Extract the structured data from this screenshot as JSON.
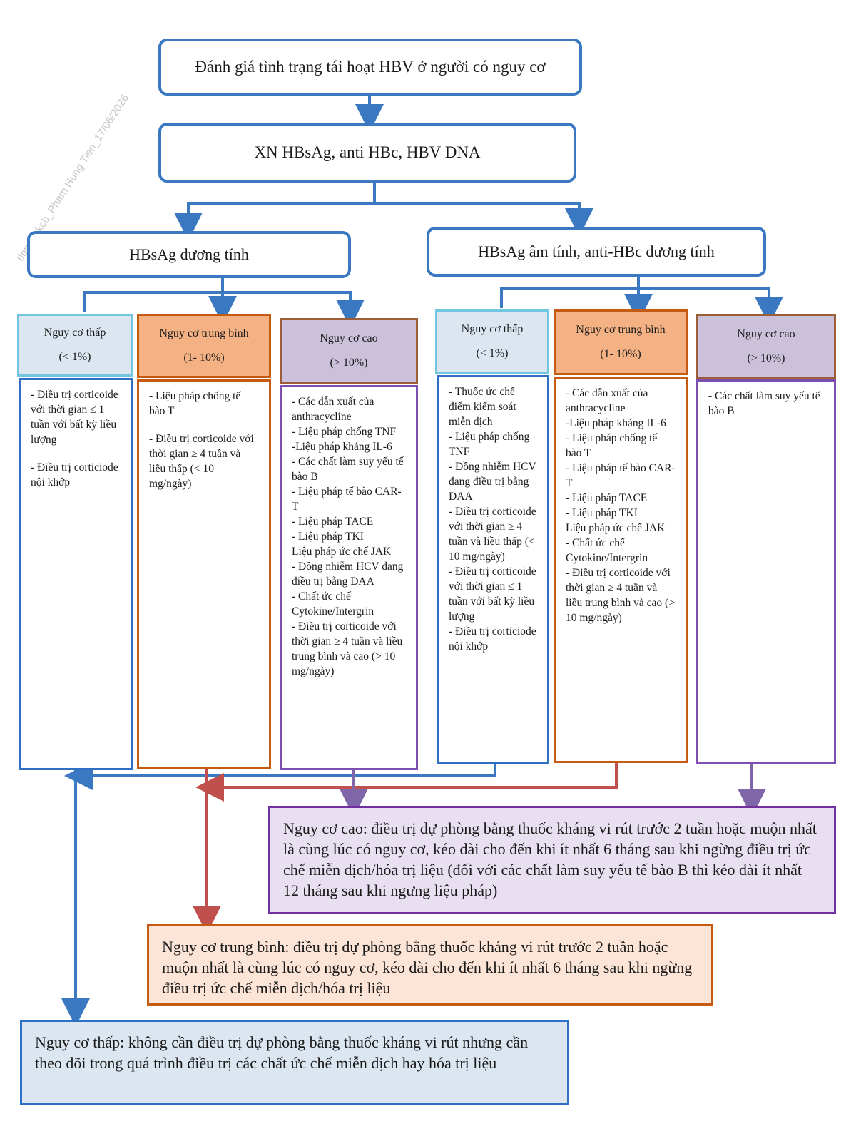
{
  "watermark": "tienphi.kcb_Pham Hung Tien_17/06/2026",
  "top_box": "Đánh giá tình trạng tái hoạt HBV ở người có nguy cơ",
  "test_box": "XN HBsAg, anti HBc, HBV DNA",
  "groups": {
    "left": "HBsAg dương tính",
    "right": "HBsAg âm tính, anti-HBc dương tính"
  },
  "risk_headers": {
    "low": [
      "Nguy cơ thấp",
      "(< 1%)"
    ],
    "mid": [
      "Nguy cơ trung bình",
      "(1- 10%)"
    ],
    "high": [
      "Nguy cơ cao",
      "(> 10%)"
    ]
  },
  "columns": {
    "left_low": [
      "- Điều trị corticoide với thời gian ≤ 1 tuần với bất kỳ liều lượng",
      "",
      "- Điều trị corticiode nội khớp"
    ],
    "left_mid": [
      "- Liệu pháp chống tế bào T",
      "",
      "- Điều trị corticoide với thời gian ≥ 4 tuần và liều thấp (< 10 mg/ngày)"
    ],
    "left_high": [
      "- Các dẫn xuất của anthracycline",
      "- Liệu pháp chống TNF",
      "-Liệu pháp kháng IL-6",
      "- Các chất làm suy yếu tế bào B",
      "- Liệu pháp tế bào CAR-T",
      "- Liệu pháp TACE",
      "- Liệu pháp TKI",
      "Liệu pháp ức chế JAK",
      "- Đồng nhiễm HCV đang điều trị bằng DAA",
      "- Chất ức chế Cytokine/Intergrin",
      "- Điều trị corticoide với thời gian ≥ 4 tuần và liều trung bình và cao (> 10 mg/ngày)"
    ],
    "right_low": [
      "- Thuốc ức chế điểm kiểm soát miễn dịch",
      "- Liệu pháp chống TNF",
      "- Đồng nhiễm HCV đang điều trị bằng DAA",
      "- Điều trị corticoide với thời gian ≥ 4 tuần và liều thấp (< 10 mg/ngày)",
      "- Điều trị corticoide với thời gian ≤ 1 tuần với bất kỳ liều lượng",
      "- Điều trị corticiode nội khớp"
    ],
    "right_mid": [
      "- Các dẫn xuất của anthracycline",
      "-Liệu pháp kháng IL-6",
      "- Liệu pháp chống tế bào T",
      "- Liệu pháp tế bào CAR-T",
      "- Liệu pháp TACE",
      "- Liệu pháp TKI",
      "Liệu pháp ức chế JAK",
      "- Chất ức chế Cytokine/Intergrin",
      "- Điều trị corticoide với thời gian ≥ 4 tuần và liều trung bình và cao (> 10 mg/ngày)"
    ],
    "right_high": [
      "- Các chất làm suy yếu tế bào B"
    ]
  },
  "outcomes": {
    "high": "Nguy cơ cao: điều trị dự phòng bằng thuốc kháng vi rút trước 2 tuần hoặc muộn nhất là cùng lúc có nguy cơ, kéo dài cho đến khi ít nhất 6 tháng sau khi ngừng điều trị ức chế miễn dịch/hóa trị liệu (đối với các chất làm suy yếu tế bào B thì kéo dài ít nhất 12 tháng sau khi ngưng liệu pháp)",
    "mid": "Nguy cơ trung bình: điều trị dự phòng bằng thuốc kháng vi rút trước 2 tuần hoặc muộn nhất là cùng lúc có nguy cơ, kéo dài cho đến khi ít nhất 6 tháng sau khi ngừng điều trị ức chế miễn dịch/hóa trị liệu",
    "low": "Nguy cơ thấp: không cần điều trị dự phòng bằng thuốc kháng vi rút nhưng cần theo dõi trong quá trình điều trị các chất ức chế miễn dịch hay hóa trị liệu"
  },
  "colors": {
    "blue": "#3a78c2",
    "red": "#c0504d",
    "purple": "#7f66a8"
  }
}
